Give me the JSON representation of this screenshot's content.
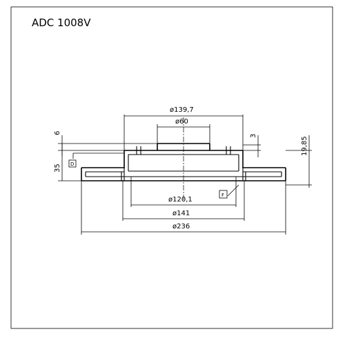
{
  "title": "ADC 1008V",
  "dimensions": {
    "d_139_7": "ø139,7",
    "d_60": "ø60",
    "d_120_1": "ø120,1",
    "d_141": "ø141",
    "d_236": "ø236",
    "h_6": "6",
    "h_3": "3",
    "h_35": "35",
    "h_19_85": "19,85"
  },
  "flags": {
    "datum_d": "D",
    "datum_f": "F"
  },
  "colors": {
    "line": "#000000",
    "background": "#ffffff"
  }
}
